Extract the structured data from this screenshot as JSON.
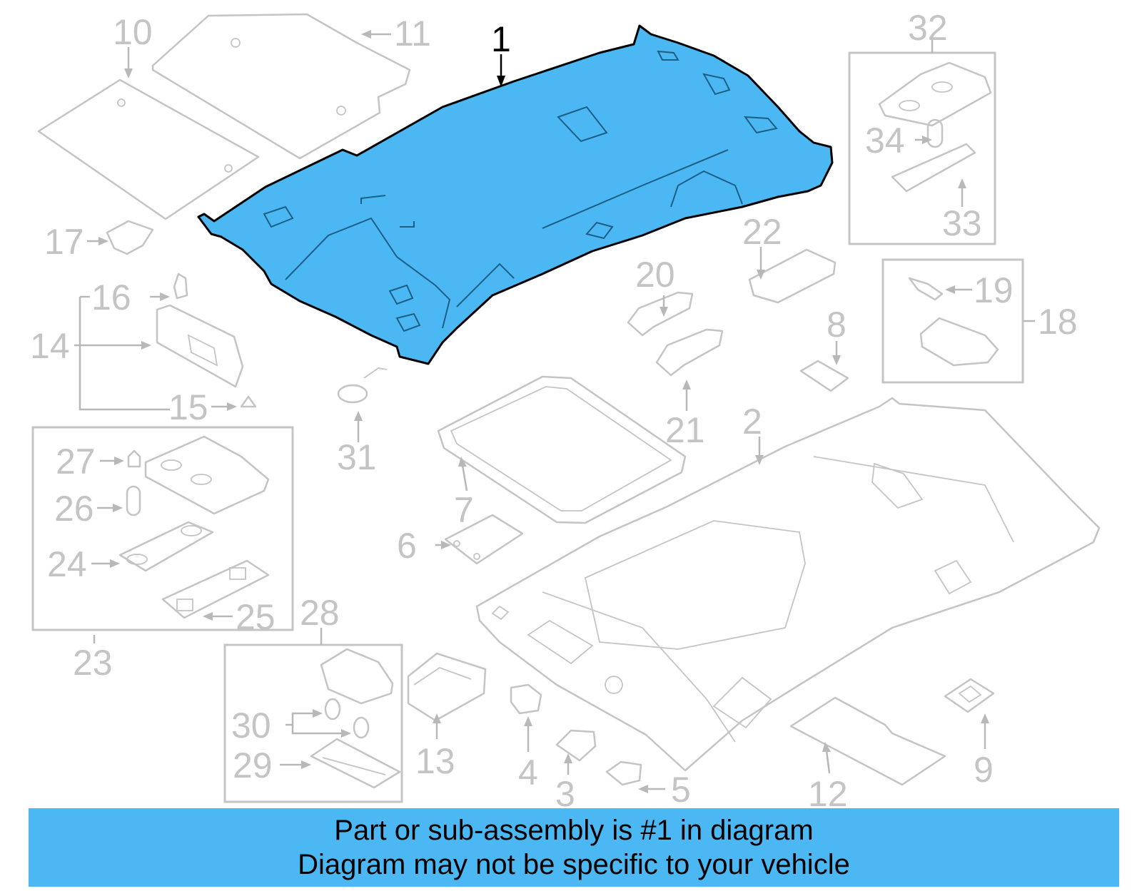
{
  "diagram": {
    "highlighted_part": "1",
    "highlight_color": "#4cb8f3",
    "parts": [
      {
        "id": "p1",
        "label": "1"
      },
      {
        "id": "p2",
        "label": "2"
      },
      {
        "id": "p3",
        "label": "3"
      },
      {
        "id": "p4",
        "label": "4"
      },
      {
        "id": "p5",
        "label": "5"
      },
      {
        "id": "p6",
        "label": "6"
      },
      {
        "id": "p7",
        "label": "7"
      },
      {
        "id": "p8",
        "label": "8"
      },
      {
        "id": "p9",
        "label": "9"
      },
      {
        "id": "p10",
        "label": "10"
      },
      {
        "id": "p11",
        "label": "11"
      },
      {
        "id": "p12",
        "label": "12"
      },
      {
        "id": "p13",
        "label": "13"
      },
      {
        "id": "p14",
        "label": "14"
      },
      {
        "id": "p15",
        "label": "15"
      },
      {
        "id": "p16",
        "label": "16"
      },
      {
        "id": "p17",
        "label": "17"
      },
      {
        "id": "p18",
        "label": "18"
      },
      {
        "id": "p19",
        "label": "19"
      },
      {
        "id": "p20",
        "label": "20"
      },
      {
        "id": "p21",
        "label": "21"
      },
      {
        "id": "p22",
        "label": "22"
      },
      {
        "id": "p23",
        "label": "23"
      },
      {
        "id": "p24",
        "label": "24"
      },
      {
        "id": "p25",
        "label": "25"
      },
      {
        "id": "p26",
        "label": "26"
      },
      {
        "id": "p27",
        "label": "27"
      },
      {
        "id": "p28",
        "label": "28"
      },
      {
        "id": "p29",
        "label": "29"
      },
      {
        "id": "p30",
        "label": "30"
      },
      {
        "id": "p31",
        "label": "31"
      },
      {
        "id": "p32",
        "label": "32"
      },
      {
        "id": "p33",
        "label": "33"
      },
      {
        "id": "p34",
        "label": "34"
      }
    ]
  },
  "banner": {
    "line1": "Part or sub-assembly is #1 in diagram",
    "line2": "Diagram may not be specific to your vehicle",
    "background_color": "#4cb8f3"
  }
}
